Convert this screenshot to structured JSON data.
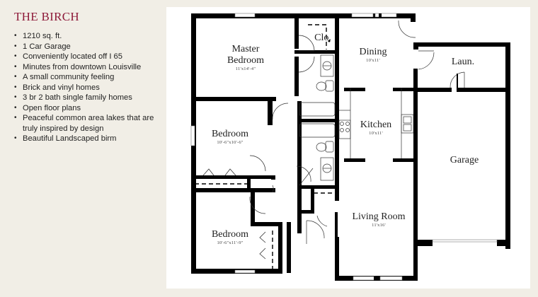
{
  "listing": {
    "title": "THE BIRCH",
    "title_color": "#8e1b3a",
    "features": [
      "1210 sq. ft.",
      "1 Car Garage",
      "Conveniently located off I 65",
      "Minutes from downtown Louisville",
      "A small community feeling",
      "Brick and vinyl homes",
      "3 br 2 bath single family homes",
      "Open floor plans",
      "Peaceful common area lakes that are truly inspired by design",
      "Beautiful Landscaped birm"
    ]
  },
  "floor_plan": {
    "rooms": {
      "master_bedroom": {
        "name_line1": "Master",
        "name_line2": "Bedroom",
        "dimensions": "11'x14'-4\""
      },
      "closet": {
        "name": "Clo."
      },
      "dining": {
        "name": "Dining",
        "dimensions": "10'x11'"
      },
      "laundry": {
        "name": "Laun."
      },
      "bedroom_2": {
        "name": "Bedroom",
        "dimensions": "10'-6\"x10'-6\""
      },
      "kitchen": {
        "name": "Kitchen",
        "dimensions": "10'x11'"
      },
      "garage": {
        "name": "Garage"
      },
      "bedroom_3": {
        "name": "Bedroom",
        "dimensions": "10'-6\"x11'-9\""
      },
      "living_room": {
        "name": "Living Room",
        "dimensions": "11'x16'"
      }
    }
  }
}
